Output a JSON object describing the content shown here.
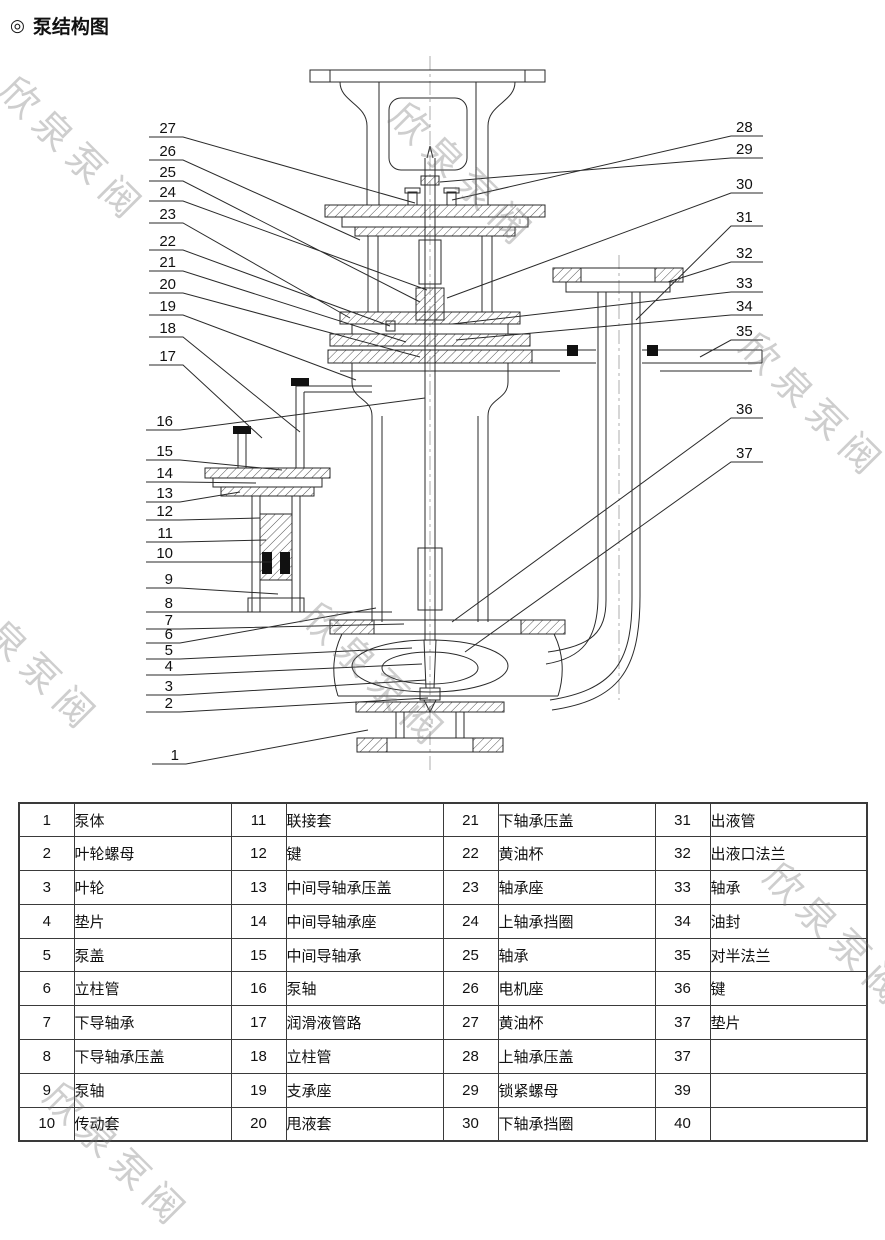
{
  "page": {
    "bullet": "◎",
    "title": "泵结构图"
  },
  "watermark": {
    "text": "欣泉泵阀"
  },
  "diagram": {
    "left_callouts": [
      "27",
      "26",
      "25",
      "24",
      "23",
      "22",
      "21",
      "20",
      "19",
      "18",
      "17",
      "16",
      "15",
      "14",
      "13",
      "12",
      "11",
      "10",
      "9",
      "8",
      "7",
      "6",
      "5",
      "4",
      "3",
      "2",
      "1"
    ],
    "right_callouts": [
      "28",
      "29",
      "30",
      "31",
      "32",
      "33",
      "34",
      "35",
      "36",
      "37"
    ]
  },
  "parts_table": {
    "rows": [
      [
        "1",
        "泵体",
        "11",
        "联接套",
        "21",
        "下轴承压盖",
        "31",
        "出液管"
      ],
      [
        "2",
        "叶轮螺母",
        "12",
        "键",
        "22",
        "黄油杯",
        "32",
        "出液口法兰"
      ],
      [
        "3",
        "叶轮",
        "13",
        "中间导轴承压盖",
        "23",
        "轴承座",
        "33",
        "轴承"
      ],
      [
        "4",
        "垫片",
        "14",
        "中间导轴承座",
        "24",
        "上轴承挡圈",
        "34",
        "油封"
      ],
      [
        "5",
        "泵盖",
        "15",
        "中间导轴承",
        "25",
        "轴承",
        "35",
        "对半法兰"
      ],
      [
        "6",
        "立柱管",
        "16",
        "泵轴",
        "26",
        "电机座",
        "36",
        "键"
      ],
      [
        "7",
        "下导轴承",
        "17",
        "润滑液管路",
        "27",
        "黄油杯",
        "37",
        "垫片"
      ],
      [
        "8",
        "下导轴承压盖",
        "18",
        "立柱管",
        "28",
        "上轴承压盖",
        "37",
        ""
      ],
      [
        "9",
        "泵轴",
        "19",
        "支承座",
        "29",
        "锁紧螺母",
        "39",
        ""
      ],
      [
        "10",
        "传动套",
        "20",
        "甩液套",
        "30",
        "下轴承挡圈",
        "40",
        ""
      ]
    ]
  }
}
